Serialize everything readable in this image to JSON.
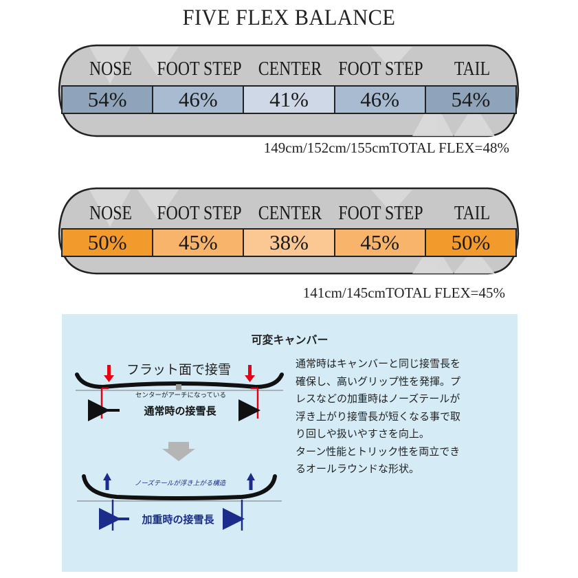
{
  "title": "FIVE FLEX BALANCE",
  "boards": [
    {
      "zones": [
        {
          "label": "NOSE",
          "value": "54%"
        },
        {
          "label": "FOOT STEP",
          "value": "46%"
        },
        {
          "label": "CENTER",
          "value": "41%"
        },
        {
          "label": "FOOT STEP",
          "value": "46%"
        },
        {
          "label": "TAIL",
          "value": "54%"
        }
      ],
      "sizes": "149cm/152cm/155cm",
      "total": "TOTAL FLEX=48%",
      "colors": [
        "#8fa4ba",
        "#a9bbd0",
        "#cfd8e6",
        "#a9bbd0",
        "#8fa4ba"
      ]
    },
    {
      "zones": [
        {
          "label": "NOSE",
          "value": "50%"
        },
        {
          "label": "FOOT STEP",
          "value": "45%"
        },
        {
          "label": "CENTER",
          "value": "38%"
        },
        {
          "label": "FOOT STEP",
          "value": "45%"
        },
        {
          "label": "TAIL",
          "value": "50%"
        }
      ],
      "sizes": "141cm/145cm",
      "total": "TOTAL FLEX=45%",
      "colors": [
        "#f39a2c",
        "#f7b46a",
        "#fbc894",
        "#f7b46a",
        "#f39a2c"
      ]
    }
  ],
  "camber": {
    "title": "可変キャンバー",
    "flat_label": "フラット面で接雪",
    "center_arch_label": "センターがアーチになっている",
    "normal_length_label": "通常時の接雪長",
    "lift_label": "ノーズテールが浮き上がる構造",
    "loaded_length_label": "加重時の接雪長",
    "description_lines": [
      "通常時はキャンバーと同じ接雪長を",
      "確保し、高いグリップ性を発揮。プ",
      "レスなどの加重時はノーズテールが",
      "浮き上がり接雪長が短くなる事で取",
      "り回しや扱いやすさを向上。",
      "ターン性能とトリック性を両立でき",
      "るオールラウンドな形状。"
    ],
    "colors": {
      "down_arrow": "#e60012",
      "up_arrow": "#1b2c8a",
      "panel": "#d5ecf7"
    }
  }
}
